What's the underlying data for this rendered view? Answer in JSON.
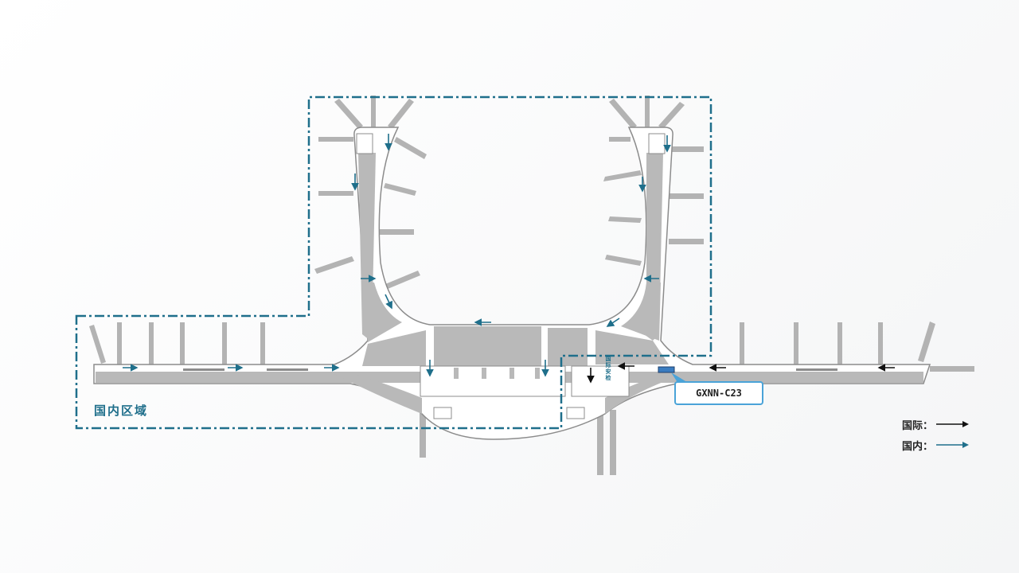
{
  "zone_label": "国内区域",
  "callout_label": "GXNN-C23",
  "checkpoint_label": "国际安检",
  "legend": [
    {
      "label": "国际：",
      "color": "#111111",
      "name": "international"
    },
    {
      "label": "国内：",
      "color": "#1f6f8b",
      "name": "domestic"
    }
  ],
  "colors": {
    "concourse": "#b9b9b9",
    "outline": "#8c8c8c",
    "domestic_flow": "#1f6f8b",
    "international_flow": "#111111",
    "zone_border": "#1f6f8b",
    "callout_border": "#4aa3d8",
    "gate_highlight": "#3a7cc0"
  }
}
